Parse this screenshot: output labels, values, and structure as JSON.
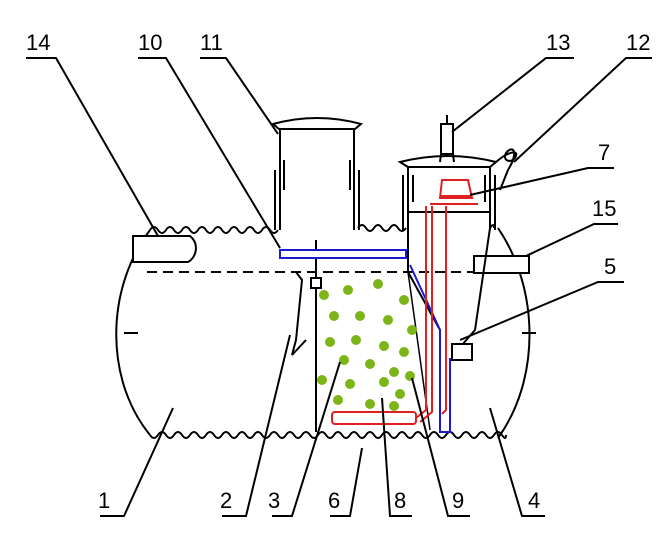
{
  "labels": {
    "n1": "1",
    "n2": "2",
    "n3": "3",
    "n4": "4",
    "n5": "5",
    "n6": "6",
    "n7": "7",
    "n8": "8",
    "n9": "9",
    "n10": "10",
    "n11": "11",
    "n12": "12",
    "n13": "13",
    "n14": "14",
    "n15": "15"
  },
  "colors": {
    "outline": "#000000",
    "blue_pipe": "#1a1ad6",
    "red_pipe": "#e02020",
    "media": "#7cb518"
  }
}
